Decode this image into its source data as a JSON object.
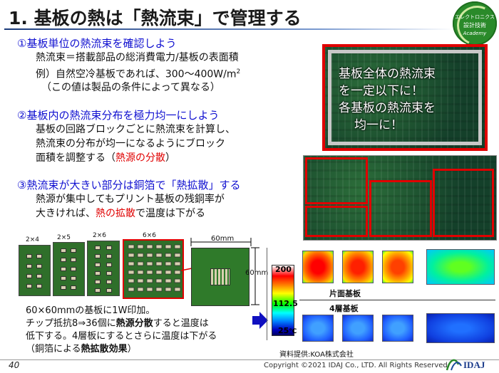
{
  "title": "1. 基板の熱は「熱流束」で管理する",
  "logo_lines": [
    "エレクトロニクス",
    "設計技術",
    "Academy"
  ],
  "section1": {
    "heading": "①基板単位の熱流束を確認しよう",
    "line1": "熱流束＝搭載部品の総消費電力/基板の表面積",
    "line2": "例）自然空冷基板であれば、300～400W/m",
    "sup": "2",
    "line3": "（この値は製品の条件によって異なる）"
  },
  "section2": {
    "heading": "②基板内の熱流束分布を極力均一にしよう",
    "line1": "基板の回路ブロックごとに熱流束を計算し、",
    "line2": "熱流束の分布が均一になるようにブロック",
    "line3a": "面積を調整する（",
    "line3b": "熱源の分散",
    "line3c": "）"
  },
  "section3": {
    "heading": "③熱流束が大きい部分は銅箔で「熱拡散」する",
    "line1": "熱源が集中してもプリント基板の残銅率が",
    "line2a": "大きければ、",
    "line2b": "熱の拡散",
    "line2c": "で温度は下がる"
  },
  "photo_caption": [
    "基板全体の熱流束",
    "を一定以下に！",
    "各基板の熱流束を",
    "均一に！"
  ],
  "samples": {
    "labels": [
      "2×4",
      "2×5",
      "2×6",
      "6×6"
    ],
    "dim_top": "60mm",
    "dim_side": "60mm"
  },
  "colorbar": {
    "max": "200",
    "mid": "112.5",
    "min": "25",
    "unit": "℃"
  },
  "thermal": {
    "label_single": "片面基板",
    "label_4layer": "4層基板"
  },
  "description": {
    "line1": "60×60mmの基板に1W印加。",
    "line2a": "チップ抵抗8⇒36個に",
    "line2b": "熱源分散",
    "line2c": "すると温度は",
    "line3": "低下する。4層板にするとさらに温度は下がる",
    "line4a": "（銅箔による",
    "line4b": "熱拡散効果",
    "line4c": "）"
  },
  "source": "資料提供:KOA株式会社",
  "footer": "Copyright ©2021 IDAJ Co., LTD. All Rights Reserved.",
  "page_number": "40",
  "brand": "IDAJ",
  "colors": {
    "accent_blue": "#1010d0",
    "accent_red": "#e00000",
    "logo_green": "#2a8a2a"
  }
}
